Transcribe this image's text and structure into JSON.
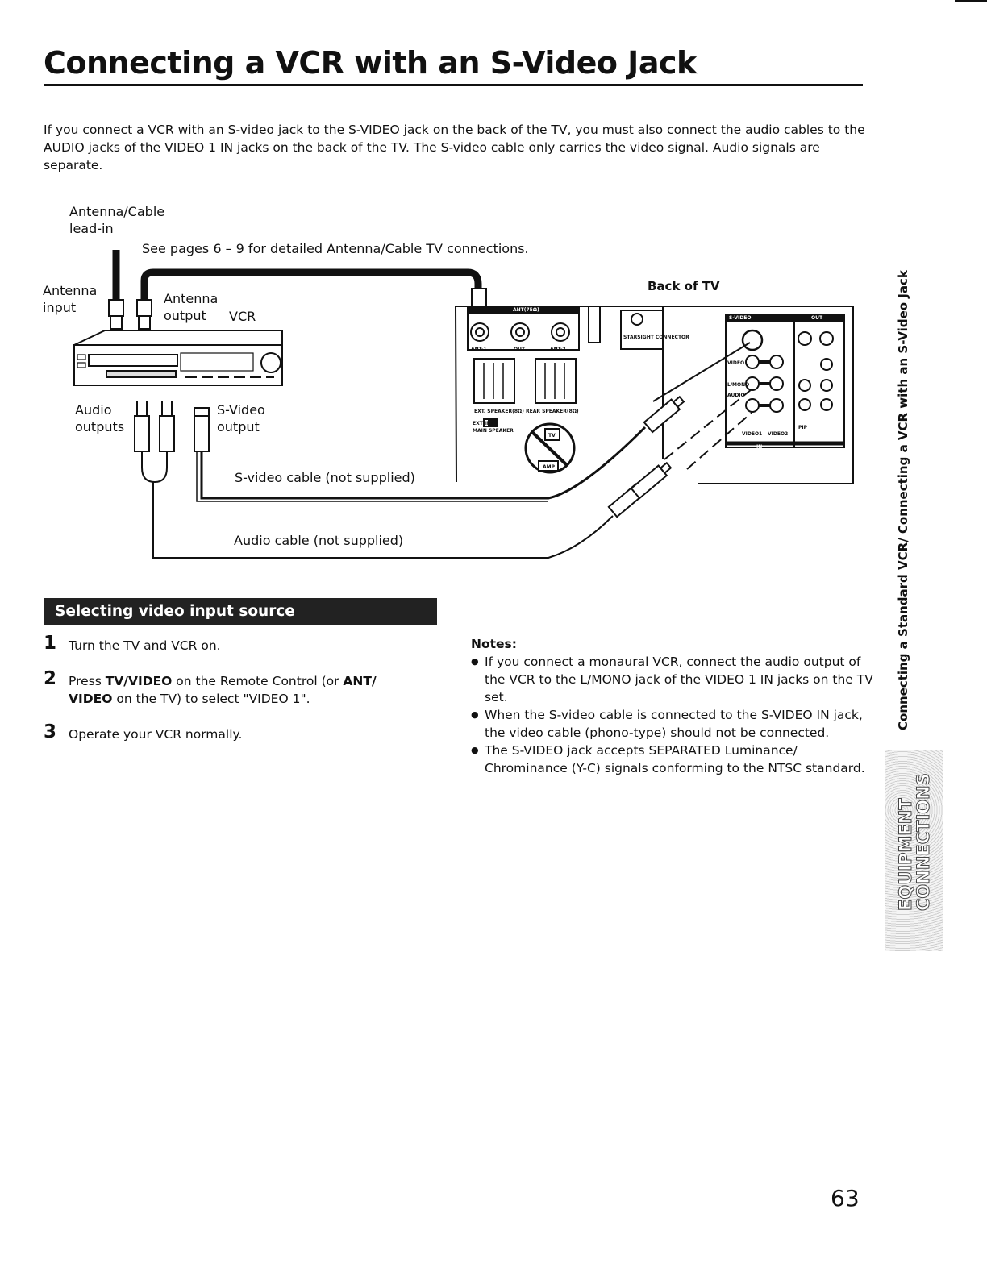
{
  "title": "Connecting a VCR with an S-Video Jack",
  "intro": "If you connect a VCR with an S-video jack to the S-VIDEO jack on the back of the TV, you must also connect the audio cables to the AUDIO jacks of the VIDEO 1 IN jacks on the back of the TV. The S-video cable only carries the video signal. Audio signals are separate.",
  "diagram": {
    "antenna_lead_in": "Antenna/Cable\nlead-in",
    "see_pages": "See pages 6 – 9 for detailed Antenna/Cable TV connections.",
    "antenna_input": "Antenna\ninput",
    "antenna_output": "Antenna\noutput",
    "vcr": "VCR",
    "back_of_tv": "Back of TV",
    "audio_outputs": "Audio\noutputs",
    "svideo_output": "S-Video\noutput",
    "svideo_cable": "S-video cable (not supplied)",
    "audio_cable": "Audio cable (not supplied)",
    "panel_labels": {
      "ant75": "ANT(75Ω)",
      "ant1": "ANT-1",
      "out": "OUT",
      "ant2": "ANT-2",
      "starsight": "STARSIGHT\nCONNECTOR",
      "ext_speakers": "EXT. SPEAKER(8Ω)",
      "rear_speakers": "REAR SPEAKER(8Ω)",
      "ext_int": "EXT    INT",
      "main_speaker": "MAIN SPEAKER",
      "tv": "TV",
      "amp": "AMP",
      "svideo": "S-VIDEO",
      "video": "VIDEO",
      "l_mono": "L/MONO",
      "audio": "AUDIO",
      "video1": "VIDEO1",
      "video2": "VIDEO2",
      "in": "IN",
      "pip": "PIP",
      "out_jack": "OUT"
    }
  },
  "section_header": "Selecting video input source",
  "steps": [
    {
      "num": "1",
      "text": "Turn the TV and VCR on."
    },
    {
      "num": "2",
      "pre": "Press ",
      "bold1": "TV/VIDEO",
      "mid": " on the Remote Control (or ",
      "bold2": "ANT/ VIDEO",
      "post": " on the TV) to select \"VIDEO 1\"."
    },
    {
      "num": "3",
      "text": "Operate your VCR normally."
    }
  ],
  "notes": {
    "heading": "Notes:",
    "items": [
      "If you connect a monaural VCR, connect the audio output of the VCR to the L/MONO jack of the VIDEO 1 IN jacks on the TV set.",
      "When the S-video cable is connected to the S-VIDEO IN jack, the video cable (phono-type) should not be connected.",
      "The S-VIDEO jack accepts SEPARATED Luminance/ Chrominance (Y-C) signals conforming to the NTSC standard."
    ]
  },
  "side_text": "Connecting a Standard VCR/ Connecting a VCR with an S-Video Jack",
  "tab_text": "EQUIPMENT\nCONNECTIONS",
  "page_number": "63"
}
